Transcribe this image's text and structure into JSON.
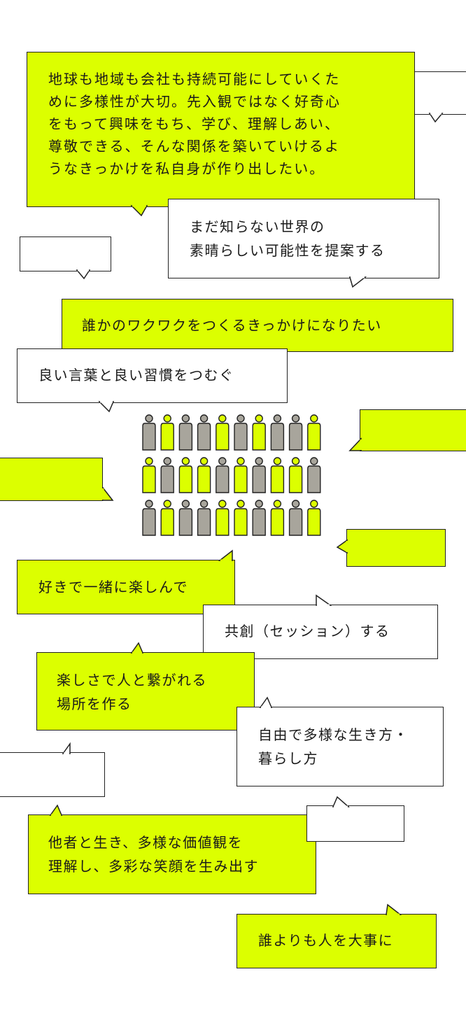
{
  "bubbles": {
    "b1": "地球も地域も会社も持続可能にしていくた\nめに多様性が大切。先入観ではなく好奇心\nをもって興味をもち、学び、理解しあい、\n尊敬できる、そんな関係を築いていけるよ\nうなきっかけを私自身が作り出したい。",
    "b2": "まだ知らない世界の\n素晴らしい可能性を提案する",
    "b3": "誰かのワクワクをつくるきっかけになりたい",
    "b4": "良い言葉と良い習慣をつむぐ",
    "b5": "好きで一緒に楽しんで",
    "b6": "共創（セッション）する",
    "b7": "楽しさで人と繋がれる\n場所を作る",
    "b8": "自由で多様な生き方・\n暮らし方",
    "b9": "他者と生き、多様な価値観を\n理解し、多彩な笑顔を生み出す",
    "b10": "誰よりも人を大事に"
  },
  "colors": {
    "yellow": "#dcff00",
    "gray": "#a8a59c",
    "outline": "#222222"
  },
  "people_grid": {
    "rows": 3,
    "cols": 10,
    "pattern": [
      [
        "gray",
        "yellow",
        "gray",
        "gray",
        "yellow",
        "gray",
        "yellow",
        "gray",
        "gray",
        "yellow"
      ],
      [
        "yellow",
        "gray",
        "yellow",
        "yellow",
        "gray",
        "yellow",
        "gray",
        "yellow",
        "yellow",
        "gray"
      ],
      [
        "gray",
        "yellow",
        "gray",
        "gray",
        "yellow",
        "yellow",
        "gray",
        "yellow",
        "gray",
        "yellow"
      ]
    ]
  }
}
